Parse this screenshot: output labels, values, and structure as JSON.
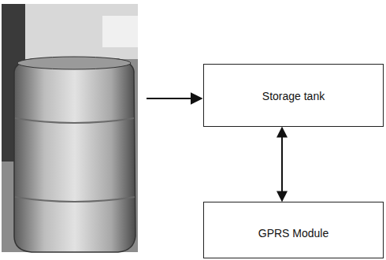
{
  "diagram": {
    "nodes": [
      {
        "text": [
          "Storage tank"
        ]
      },
      {
        "text": [
          "GPRS Module"
        ]
      }
    ],
    "edges": [
      {
        "from": 0,
        "to": 1,
        "arrow": "both"
      }
    ]
  }
}
